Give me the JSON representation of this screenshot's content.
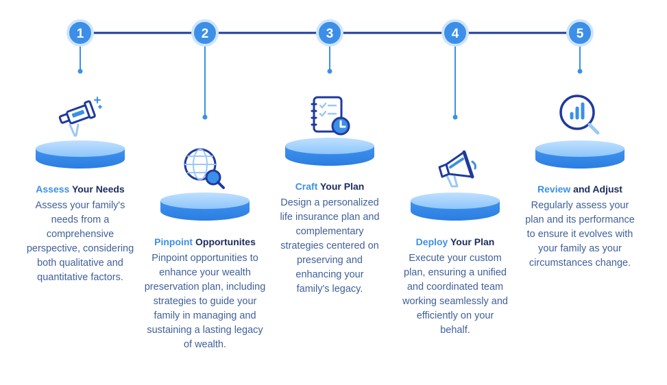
{
  "colors": {
    "accent": "#3b8fe8",
    "navy": "#1f3a9e",
    "text": "#3f5f9a",
    "title": "#1a2b5f"
  },
  "steps": [
    {
      "number": "1",
      "title_highlight": "Assess",
      "title_rest": " Your Needs",
      "icon": "telescope-icon",
      "description": "Assess your family's needs from a comprehensive perspective, considering both qualitative and quantitative factors."
    },
    {
      "number": "2",
      "title_highlight": "Pinpoint",
      "title_rest": " Opportunites",
      "icon": "globe-search-icon",
      "description": "Pinpoint opportunities to enhance your wealth preservation plan, including strategies to guide your family in managing and sustaining a lasting legacy of wealth."
    },
    {
      "number": "3",
      "title_highlight": "Craft",
      "title_rest": " Your Plan",
      "icon": "checklist-clock-icon",
      "description": "Design a personalized life insurance plan and complementary strategies centered on preserving and enhancing your family's legacy."
    },
    {
      "number": "4",
      "title_highlight": "Deploy",
      "title_rest": " Your Plan",
      "icon": "megaphone-icon",
      "description": "Execute your custom plan, ensuring a unified and coordinated team working seamlessly and efficiently on your behalf."
    },
    {
      "number": "5",
      "title_highlight": "Review",
      "title_rest": " and Adjust",
      "icon": "chart-magnifier-icon",
      "description": "Regularly assess your plan and its performance to ensure it evolves with your family as your circumstances change."
    }
  ]
}
